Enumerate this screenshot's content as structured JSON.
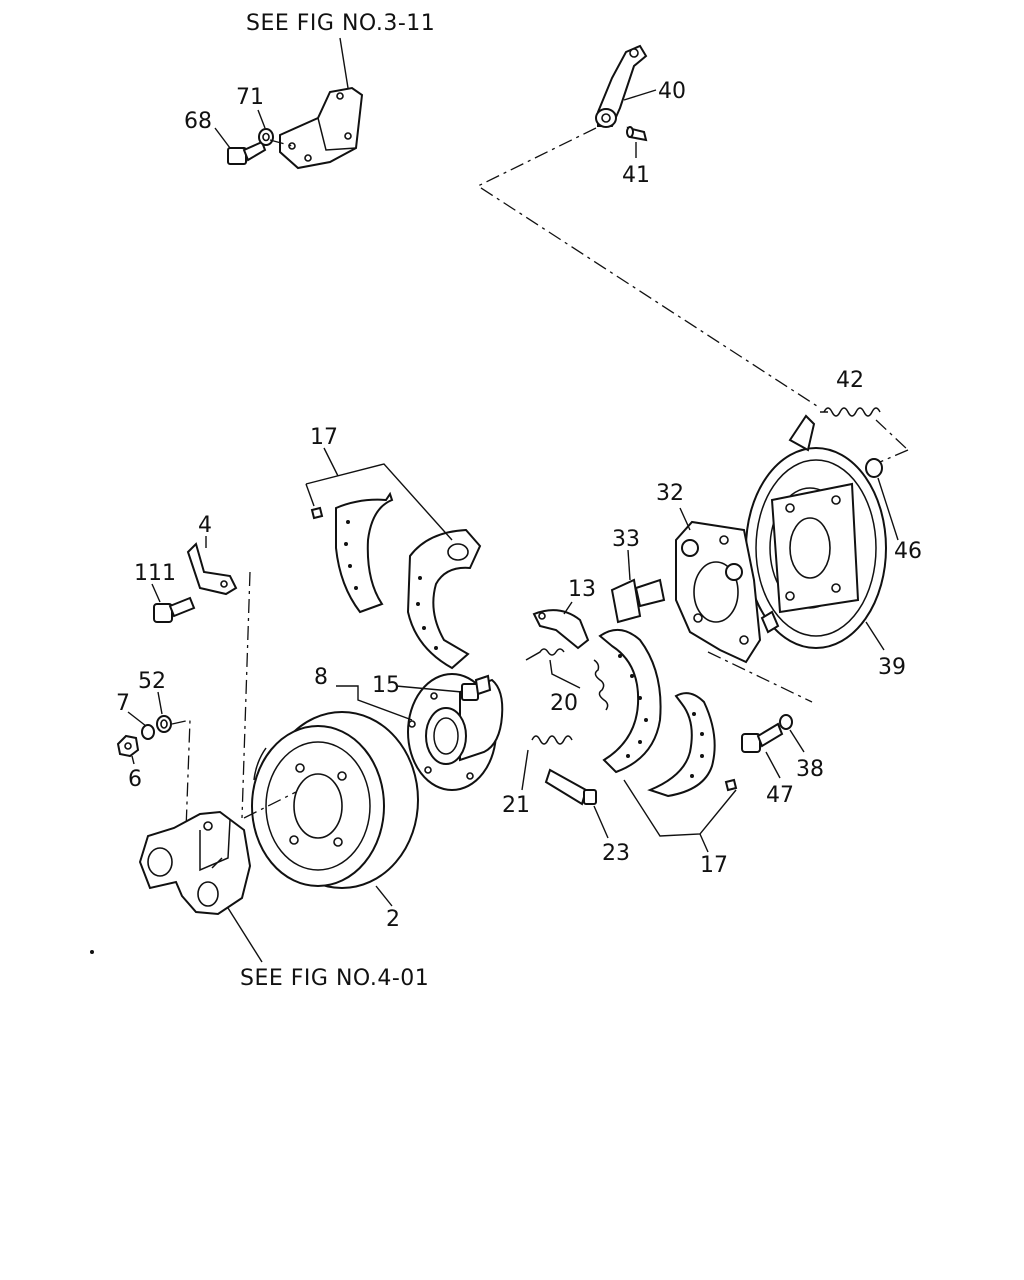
{
  "references": {
    "top": "SEE FIG NO.3-11",
    "bottom": "SEE FIG NO.4-01"
  },
  "callouts": {
    "c68": "68",
    "c71": "71",
    "c40": "40",
    "c41": "41",
    "c42": "42",
    "c46": "46",
    "c39": "39",
    "c32": "32",
    "c33": "33",
    "c13": "13",
    "c17a": "17",
    "c17b": "17",
    "c4": "4",
    "c111": "111",
    "c8": "8",
    "c15": "15",
    "c20": "20",
    "c21": "21",
    "c23": "23",
    "c52": "52",
    "c7": "7",
    "c6": "6",
    "c2": "2",
    "c47": "47",
    "c38": "38"
  }
}
